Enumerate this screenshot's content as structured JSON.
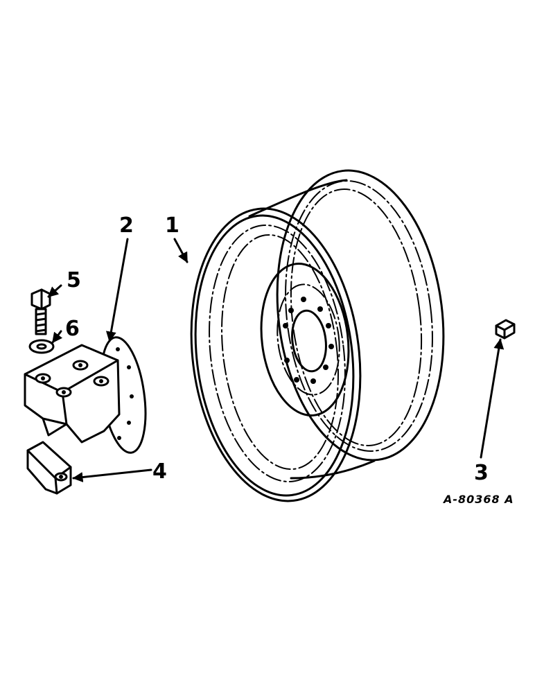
{
  "callouts": {
    "c1": "1",
    "c2": "2",
    "c3": "3",
    "c4": "4",
    "c5": "5",
    "c6": "6"
  },
  "part_number": "A-80368 A"
}
